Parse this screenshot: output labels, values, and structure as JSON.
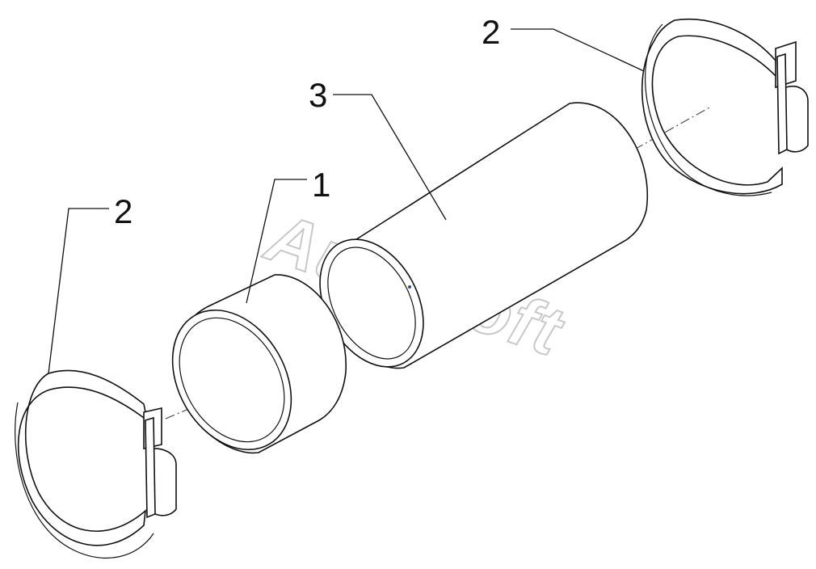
{
  "watermark": {
    "text": "AutoSoft"
  },
  "callouts": {
    "part_1": "1",
    "part_2_left": "2",
    "part_2_right": "2",
    "part_3": "3"
  },
  "colors": {
    "line": "#111111",
    "watermark": "#c8c8c8",
    "background": "#ffffff"
  }
}
